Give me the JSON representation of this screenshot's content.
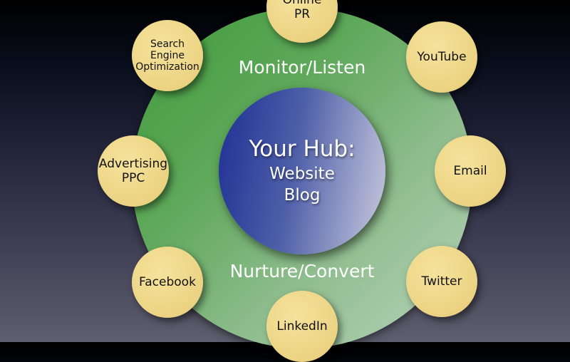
{
  "ring": {
    "top_label": "Monitor/Listen",
    "bottom_label": "Nurture/Convert"
  },
  "hub": {
    "title": "Your Hub:",
    "lines": [
      "Website",
      "Blog"
    ]
  },
  "nodes": {
    "online_pr": [
      "Online",
      "PR"
    ],
    "seo": [
      "Search",
      "Engine",
      "Optimization"
    ],
    "youtube": [
      "YouTube"
    ],
    "advertising": [
      "Advertising",
      "PPC"
    ],
    "email": [
      "Email"
    ],
    "facebook": [
      "Facebook"
    ],
    "twitter": [
      "Twitter"
    ],
    "linkedin": [
      "LinkedIn"
    ]
  },
  "colors": {
    "ring": "#5ea85a",
    "hub": "#1e2f94",
    "node": "#ecd383"
  }
}
